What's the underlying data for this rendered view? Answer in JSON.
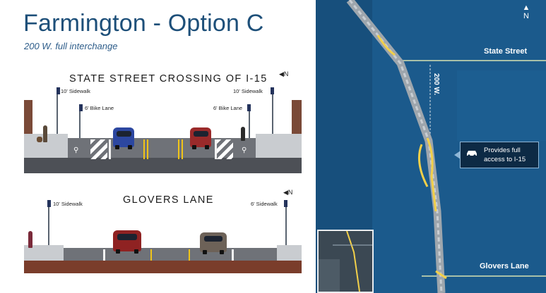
{
  "header": {
    "title": "Farmington - Option C",
    "subtitle": "200 W. full interchange"
  },
  "cross_sections": {
    "state_street": {
      "heading": "STATE STREET CROSSING OF I-15",
      "north": "N",
      "labels": {
        "left_sidewalk": "10' Sidewalk",
        "left_bike_lane": "6' Bike Lane",
        "right_sidewalk": "10' Sidewalk",
        "right_bike_lane": "6' Bike Lane"
      }
    },
    "glovers_lane": {
      "heading": "GLOVERS LANE",
      "north": "N",
      "labels": {
        "left_sidewalk": "10' Sidewalk",
        "right_sidewalk": "6' Sidewalk"
      }
    }
  },
  "map": {
    "north": "N",
    "labels": {
      "state_street": "State Street",
      "two_hundred_w": "200 W.",
      "glovers_lane": "Glovers Lane"
    },
    "callout_line1": "Provides full",
    "callout_line2": "access to I-15",
    "colors": {
      "water_blue": "#1b5a8c",
      "interchange_yellow": "#f2d04a",
      "callout_bg": "#0d2a45"
    },
    "icons": [
      "north-arrow-icon",
      "car-icon"
    ]
  }
}
